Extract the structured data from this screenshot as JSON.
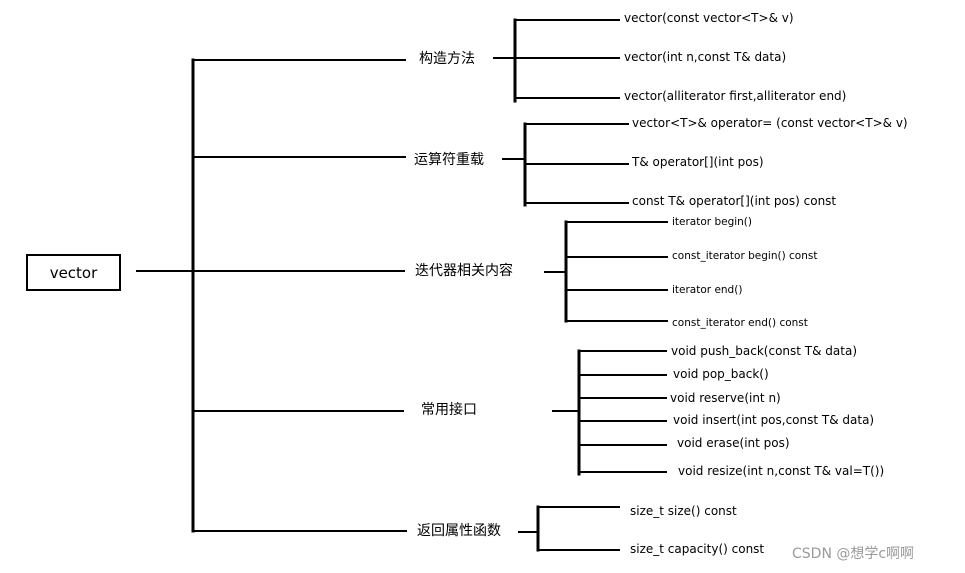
{
  "root": "vector",
  "branches": [
    {
      "label": "构造方法",
      "items": [
        "vector(const vector<T>& v)",
        "vector(int n,const T& data)",
        "vector(alliterator first,alliterator end)"
      ]
    },
    {
      "label": "运算符重载",
      "items": [
        "vector<T>&  operator= (const vector<T>& v)",
        "T& operator[](int pos)",
        "const T& operator[](int pos) const"
      ]
    },
    {
      "label": "迭代器相关内容",
      "items": [
        "iterator begin()",
        "const_iterator begin() const",
        "iterator end()",
        "const_iterator end() const"
      ]
    },
    {
      "label": "常用接口",
      "items": [
        "void push_back(const T& data)",
        "void pop_back()",
        "void reserve(int n)",
        "void insert(int pos,const T& data)",
        "void erase(int pos)",
        "void resize(int n,const T& val=T())"
      ]
    },
    {
      "label": "返回属性函数",
      "items": [
        "size_t size() const",
        "size_t capacity() const"
      ]
    }
  ],
  "watermark": "CSDN @想学c啊啊"
}
